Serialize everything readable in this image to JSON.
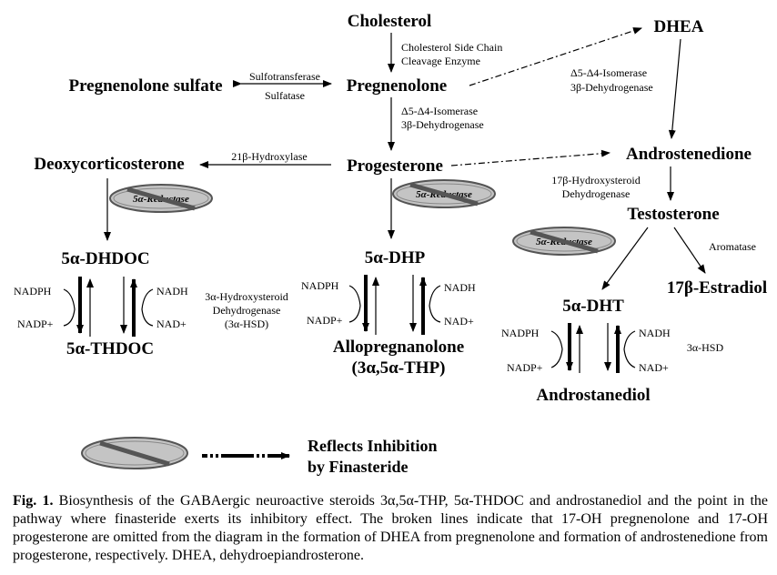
{
  "nodes": {
    "cholesterol": "Cholesterol",
    "pregnenolone": "Pregnenolone",
    "pregnenolone_sulfate": "Pregnenolone sulfate",
    "dhea": "DHEA",
    "progesterone": "Progesterone",
    "deoxycorticosterone": "Deoxycorticosterone",
    "androstenedione": "Androstenedione",
    "testosterone": "Testosterone",
    "dhdoc": "5α-DHDOC",
    "dhp": "5α-DHP",
    "estradiol": "17β-Estradiol",
    "dht": "5α-DHT",
    "thdoc": "5α-THDOC",
    "allopregnanolone": "Allopregnanolone",
    "allopregnanolone_abbr": "(3α,5α-THP)",
    "androstanediol": "Androstanediol"
  },
  "enzymes": {
    "side_chain_1": "Cholesterol Side Chain",
    "side_chain_2": "Cleavage Enzyme",
    "sulfotransferase": "Sulfotransferase",
    "sulfatase": "Sulfatase",
    "isomerase_1": "Δ5-Δ4-Isomerase",
    "isomerase_2": "3β-Dehydrogenase",
    "dhea_isomerase_1": "Δ5-Δ4-Isomerase",
    "dhea_isomerase_2": "3β-Dehydrogenase",
    "hydroxylase": "21β-Hydroxylase",
    "hsd17_1": "17β-Hydroxysteroid",
    "hsd17_2": "Dehydrogenase",
    "aromatase": "Aromatase",
    "reductase": "5α-Reductase",
    "hsd3_1": "3α-Hydroxysteroid",
    "hsd3_2": "Dehydrogenase",
    "hsd3_3": "(3α-HSD)",
    "hsd3_short": "3α-HSD"
  },
  "cofactors": {
    "nadph": "NADPH",
    "nadp": "NADP+",
    "nadh": "NADH",
    "nad": "NAD+"
  },
  "legend": {
    "line1": "Reflects Inhibition",
    "line2": "by Finasteride"
  },
  "caption": {
    "label": "Fig. 1.",
    "text": "Biosynthesis of the GABAergic neuroactive steroids 3α,5α-THP, 5α-THDOC and androstanediol and the point in the pathway where finasteride exerts its inhibitory effect. The broken lines indicate that 17-OH pregnenolone and 17-OH progesterone are omitted from the diagram in the formation of DHEA from pregnenolone and formation of androstenedione from progesterone, respectively. DHEA, dehydroepiandrosterone."
  }
}
